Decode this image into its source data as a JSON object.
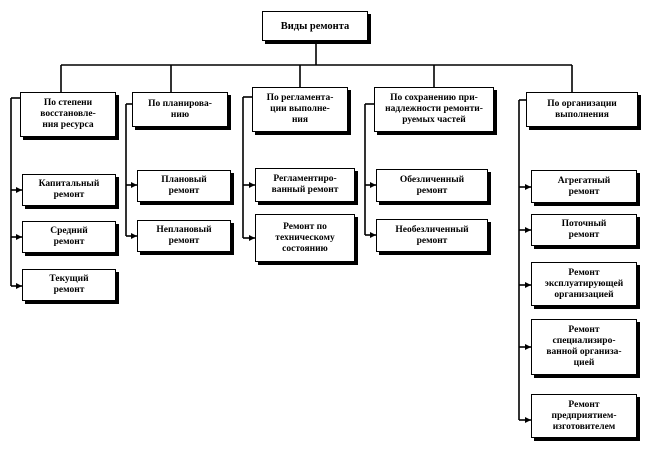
{
  "root": "Виды ремонта",
  "categories": [
    "По степени\nвосстановле-\nния ресурса",
    "По планирова-\nнию",
    "По регламента-\nции выполне-\nния",
    "По сохранению при-\nнадлежности ремонти-\nруемых частей",
    "По организации\nвыполнения"
  ],
  "items": {
    "c1": [
      "Капитальный\nремонт",
      "Средний\nремонт",
      "Текущий\nремонт"
    ],
    "c2": [
      "Плановый\nремонт",
      "Неплановый\nремонт"
    ],
    "c3": [
      "Регламентиро-\nванный ремонт",
      "Ремонт по\nтехническому\nсостоянию"
    ],
    "c4": [
      "Обезличенный\nремонт",
      "Необезличенный\nремонт"
    ],
    "c5": [
      "Агрегатный\nремонт",
      "Поточный\nремонт",
      "Ремонт\nэксплуатирующей\nорганизацией",
      "Ремонт\nспециализиро-\nванной организа-\nцией",
      "Ремонт\nпредприятием-\nизготовителем"
    ]
  }
}
